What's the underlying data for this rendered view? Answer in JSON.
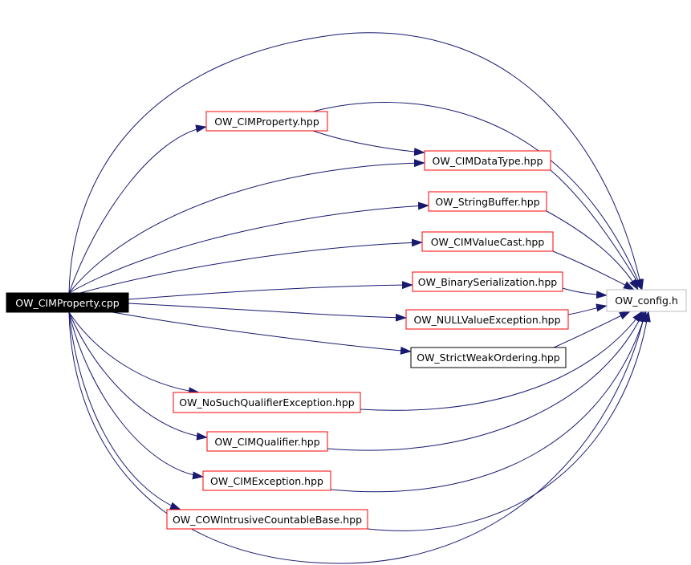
{
  "graph": {
    "source": {
      "id": "src",
      "label": "OW_CIMProperty.cpp"
    },
    "target": {
      "id": "cfg",
      "label": "OW_config.h"
    },
    "nodes": [
      {
        "id": "cimproperty_hpp",
        "label": "OW_CIMProperty.hpp",
        "border": "red"
      },
      {
        "id": "cimdatatype_hpp",
        "label": "OW_CIMDataType.hpp",
        "border": "red"
      },
      {
        "id": "stringbuffer_hpp",
        "label": "OW_StringBuffer.hpp",
        "border": "red"
      },
      {
        "id": "cimvaluecast_hpp",
        "label": "OW_CIMValueCast.hpp",
        "border": "red"
      },
      {
        "id": "binaryserialization_hpp",
        "label": "OW_BinarySerialization.hpp",
        "border": "red"
      },
      {
        "id": "nullvalueexception_hpp",
        "label": "OW_NULLValueException.hpp",
        "border": "red"
      },
      {
        "id": "strictweakordering_hpp",
        "label": "OW_StrictWeakOrdering.hpp",
        "border": "black"
      },
      {
        "id": "nosuchqualifierexception_hpp",
        "label": "OW_NoSuchQualifierException.hpp",
        "border": "red"
      },
      {
        "id": "cimqualifier_hpp",
        "label": "OW_CIMQualifier.hpp",
        "border": "red"
      },
      {
        "id": "cimexception_hpp",
        "label": "OW_CIMException.hpp",
        "border": "red"
      },
      {
        "id": "cowintrusivecountablebase_hpp",
        "label": "OW_COWIntrusiveCountableBase.hpp",
        "border": "red"
      }
    ],
    "colors": {
      "edge": "#191970",
      "red_border": "#ff0000",
      "black_border": "#000000",
      "grey_border": "#bfbfbf",
      "source_fill": "#000000",
      "source_text": "#ffffff"
    }
  }
}
